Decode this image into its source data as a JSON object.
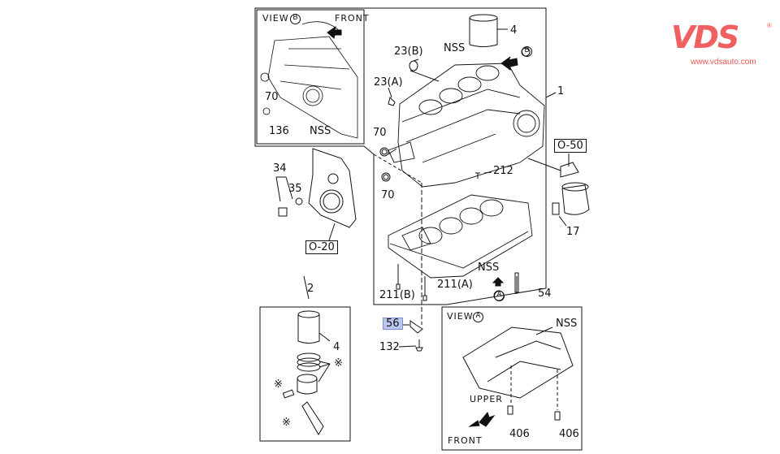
{
  "brand": {
    "logo_text": "VDS",
    "registered_mark": "®",
    "url": "www.vdsauto.com",
    "color": "#f06060"
  },
  "diagram": {
    "title_parts": "Cylinder block assembly exploded view",
    "insets": {
      "view_b": {
        "title": "VIEW",
        "marker": "B",
        "front_label": "FRONT"
      },
      "view_a": {
        "title": "VIEW",
        "marker": "A",
        "upper_label": "UPPER",
        "front_label": "FRONT"
      }
    },
    "callouts": {
      "p1": "1",
      "p2": "2",
      "p4_top": "4",
      "p4_kit": "4",
      "p17": "17",
      "p23a": "23(A)",
      "p23b": "23(B)",
      "p34": "34",
      "p35": "35",
      "p54": "54",
      "p56": "56",
      "p70_inset": "70",
      "p70_a": "70",
      "p70_b": "70",
      "p132": "132",
      "p136": "136",
      "p211a": "211(A)",
      "p211b": "211(B)",
      "p212": "212",
      "p406_left": "406",
      "p406_right": "406",
      "nss_inset_b": "NSS",
      "nss_top": "NSS",
      "nss_lower": "NSS",
      "nss_view_a": "NSS",
      "ref_o20": "O-20",
      "ref_o50": "O-50",
      "view_marker_b": "B",
      "view_marker_a": "A",
      "asterisk_1": "※",
      "asterisk_2": "※",
      "asterisk_3": "※"
    },
    "highlight_color": "#bcc6ee"
  }
}
